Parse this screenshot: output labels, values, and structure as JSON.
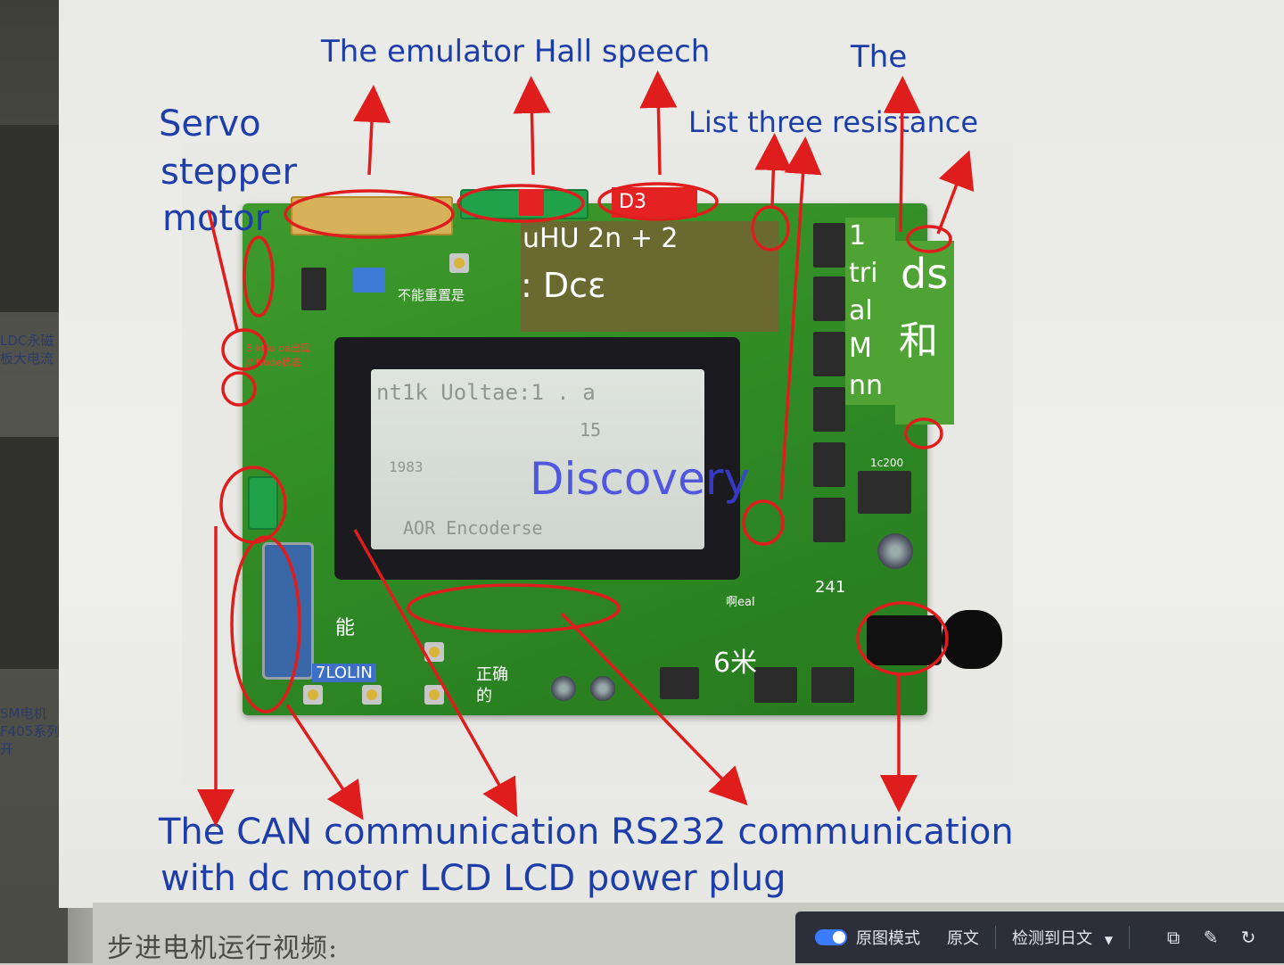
{
  "annotations": {
    "top_left_1": "Servo",
    "top_left_2": "stepper",
    "top_left_3": "motor",
    "top_center": "The emulator Hall speech",
    "top_right_1": "The",
    "top_right_2": "List three resistance",
    "bottom_1": "The CAN communication RS232 communication",
    "bottom_2": "with dc motor LCD LCD power plug"
  },
  "overlay": {
    "d3": "D3",
    "formula": "uHU 2n + 2",
    "dce": ": Dcε",
    "right_1": "1",
    "right_2": "tri",
    "right_3": "al",
    "right_4": "M",
    "right_5": "nn",
    "ds": "ds",
    "he": "和",
    "watermark": "Discovery"
  },
  "board_text": {
    "cant_reset": "不能重置是",
    "lcd_1": "nt1k Uoltae:1 . a",
    "lcd_2": "15 ",
    "lcd_3": "1983",
    "lcd_4": "AOR Encoderse",
    "neng": "能",
    "lolin": "7LOLIN",
    "zhengque": "正确",
    "de": "的",
    "c1200": "1c200",
    "v241": "241",
    "six_mi": "6米",
    "real": "啊eal",
    "red_label_1": "8 kGu pa出现",
    "red_label_2": "// Node状态"
  },
  "left_sidebar": {
    "caption_1": "LDC永磁",
    "caption_2": "板大电流",
    "caption_3": "SM电机",
    "caption_4": "F405系列开"
  },
  "page_footer": {
    "heading": "步进电机运行视频:"
  },
  "translate_bar": {
    "mode_label": "原图模式",
    "original_label": "原文",
    "detected_label": "检测到日文"
  },
  "colors": {
    "annotation_blue": "#1d3ea8",
    "circle_red": "#e01d1d",
    "pcb_green": "#2f8a25"
  }
}
